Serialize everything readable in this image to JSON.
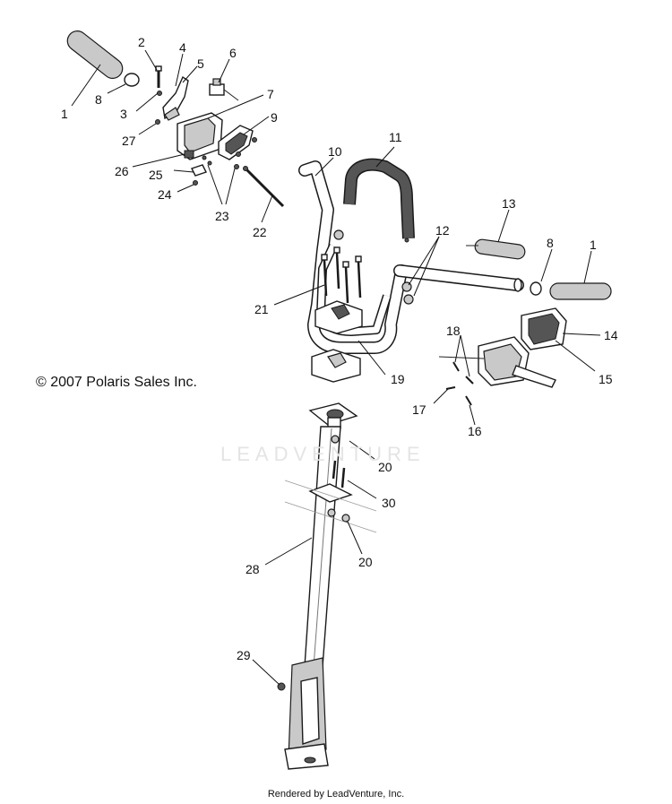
{
  "copyright": "© 2007 Polaris Sales Inc.",
  "footer": "Rendered by LeadVenture, Inc.",
  "watermark": "LEADVENTURE",
  "callouts": [
    "1",
    "2",
    "3",
    "4",
    "5",
    "6",
    "7",
    "8",
    "9",
    "10",
    "11",
    "12",
    "13",
    "14",
    "15",
    "16",
    "17",
    "18",
    "19",
    "20",
    "21",
    "22",
    "23",
    "24",
    "25",
    "26",
    "27",
    "28",
    "29",
    "30"
  ]
}
